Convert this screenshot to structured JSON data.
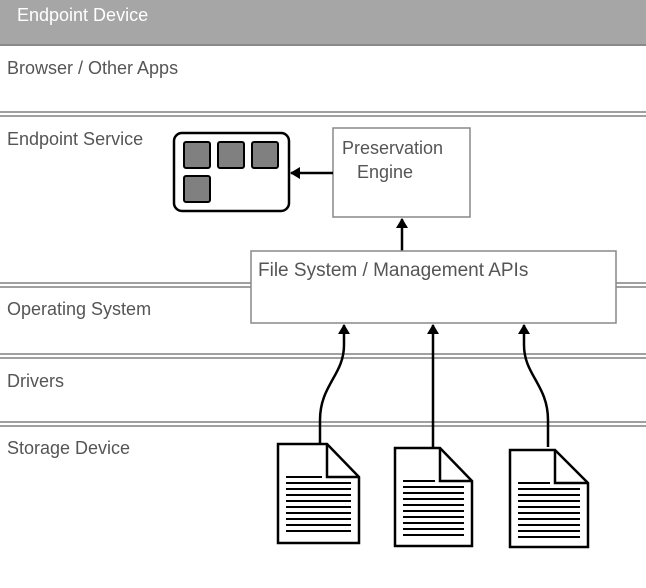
{
  "header": {
    "title": "Endpoint Device"
  },
  "layers": {
    "browser": "Browser / Other Apps",
    "endpoint_service": "Endpoint Service",
    "operating_system": "Operating System",
    "drivers": "Drivers",
    "storage_device": "Storage Device"
  },
  "preservation_engine": {
    "line1": "Preservation",
    "line2": "Engine"
  },
  "api_box": {
    "label": "File System / Management APIs"
  },
  "colors": {
    "header_bg": "#a6a6a6",
    "divider": "#a0a0a0",
    "text": "#555555",
    "tile_fill": "#808080",
    "stroke": "#000000"
  },
  "icons": {
    "app_grid": "app-grid-icon",
    "document": "document-icon"
  }
}
